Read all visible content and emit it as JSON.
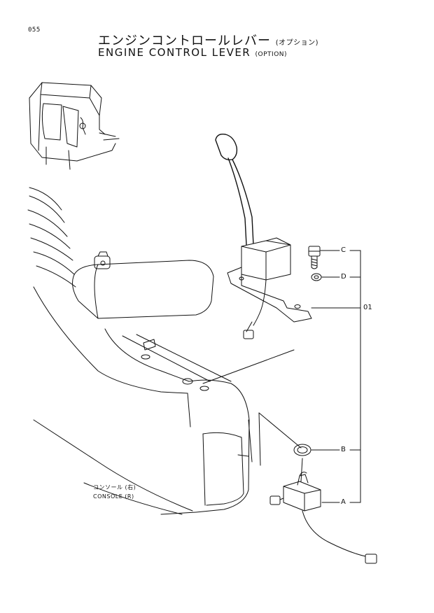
{
  "page_number": "055",
  "title": {
    "jp_main": "エンジンコントロールレバー",
    "jp_sub": "(オプション)",
    "en_main": "ENGINE CONTROL LEVER",
    "en_sub": "(OPTION)"
  },
  "callouts": {
    "c": "C",
    "d": "D",
    "assembly": "01",
    "b": "B",
    "a": "A"
  },
  "console_label": {
    "jp": "コンソール (右)",
    "en": "CONSOLE (R)"
  }
}
